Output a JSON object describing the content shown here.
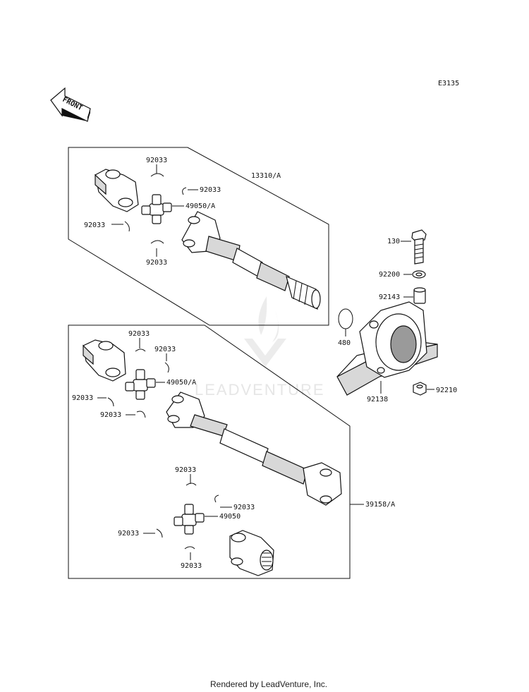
{
  "diagram_code": "E3135",
  "front_label": "FRONT",
  "watermark": "LEADVENTURE",
  "footer": "Rendered by LeadVenture, Inc.",
  "upper_assembly": {
    "assembly_label": "13310/A",
    "joint_label": "49050/A",
    "clip_labels": [
      "92033",
      "92033",
      "92033",
      "92033"
    ]
  },
  "bearing": {
    "bolt_label": "130",
    "washer_label": "92200",
    "collar_label": "92143",
    "snap_ring_label": "480",
    "housing_label": "92138",
    "nut_label": "92210"
  },
  "lower_assembly": {
    "assembly_label": "39158/A",
    "front_joint_label": "49050/A",
    "rear_joint_label": "49050",
    "clip_labels": [
      "92033",
      "92033",
      "92033",
      "92033",
      "92033",
      "92033",
      "92033",
      "92033"
    ]
  }
}
